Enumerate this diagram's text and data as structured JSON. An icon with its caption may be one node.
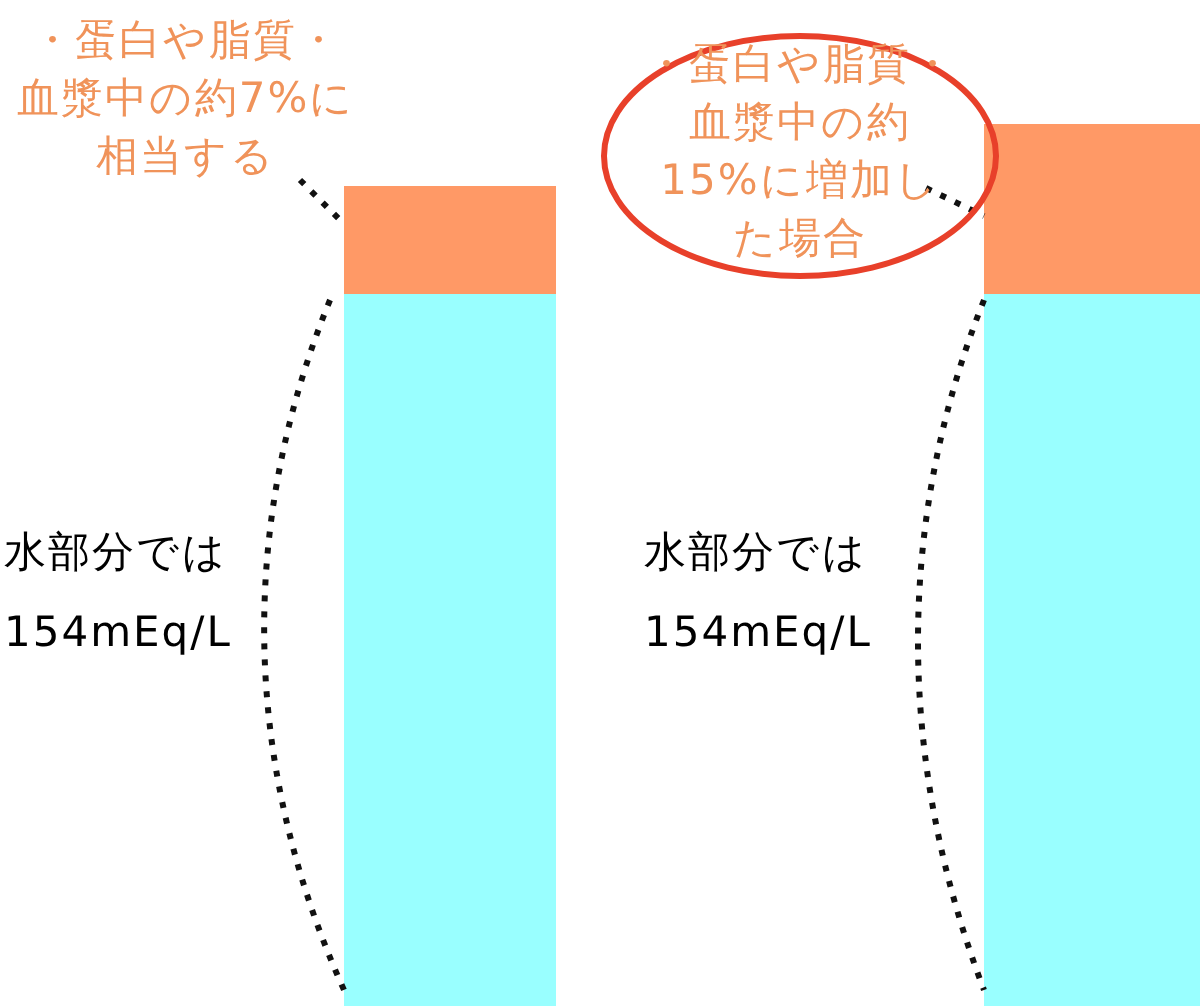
{
  "diagram": {
    "nodes": [
      {
        "text": [
          "・蛋白や脂質・血漿中の約7%に相当する"
        ]
      },
      {
        "text": [],
        "shape": "bar"
      },
      {
        "text": [],
        "shape": "bar"
      },
      {
        "text": [
          "・蛋白や脂質・血漿中の約15%に増加した場合"
        ]
      },
      {
        "text": [],
        "shape": "bar"
      },
      {
        "text": [],
        "shape": "bar"
      }
    ],
    "edges": [
      {
        "from": 0,
        "to": 1,
        "arrow": "none",
        "style": "dashed"
      },
      {
        "from": 3,
        "to": 4,
        "arrow": "none",
        "style": "dashed"
      }
    ],
    "labels": [
      "水部分では154mEq/L",
      "水部分では154mEq/L"
    ]
  }
}
